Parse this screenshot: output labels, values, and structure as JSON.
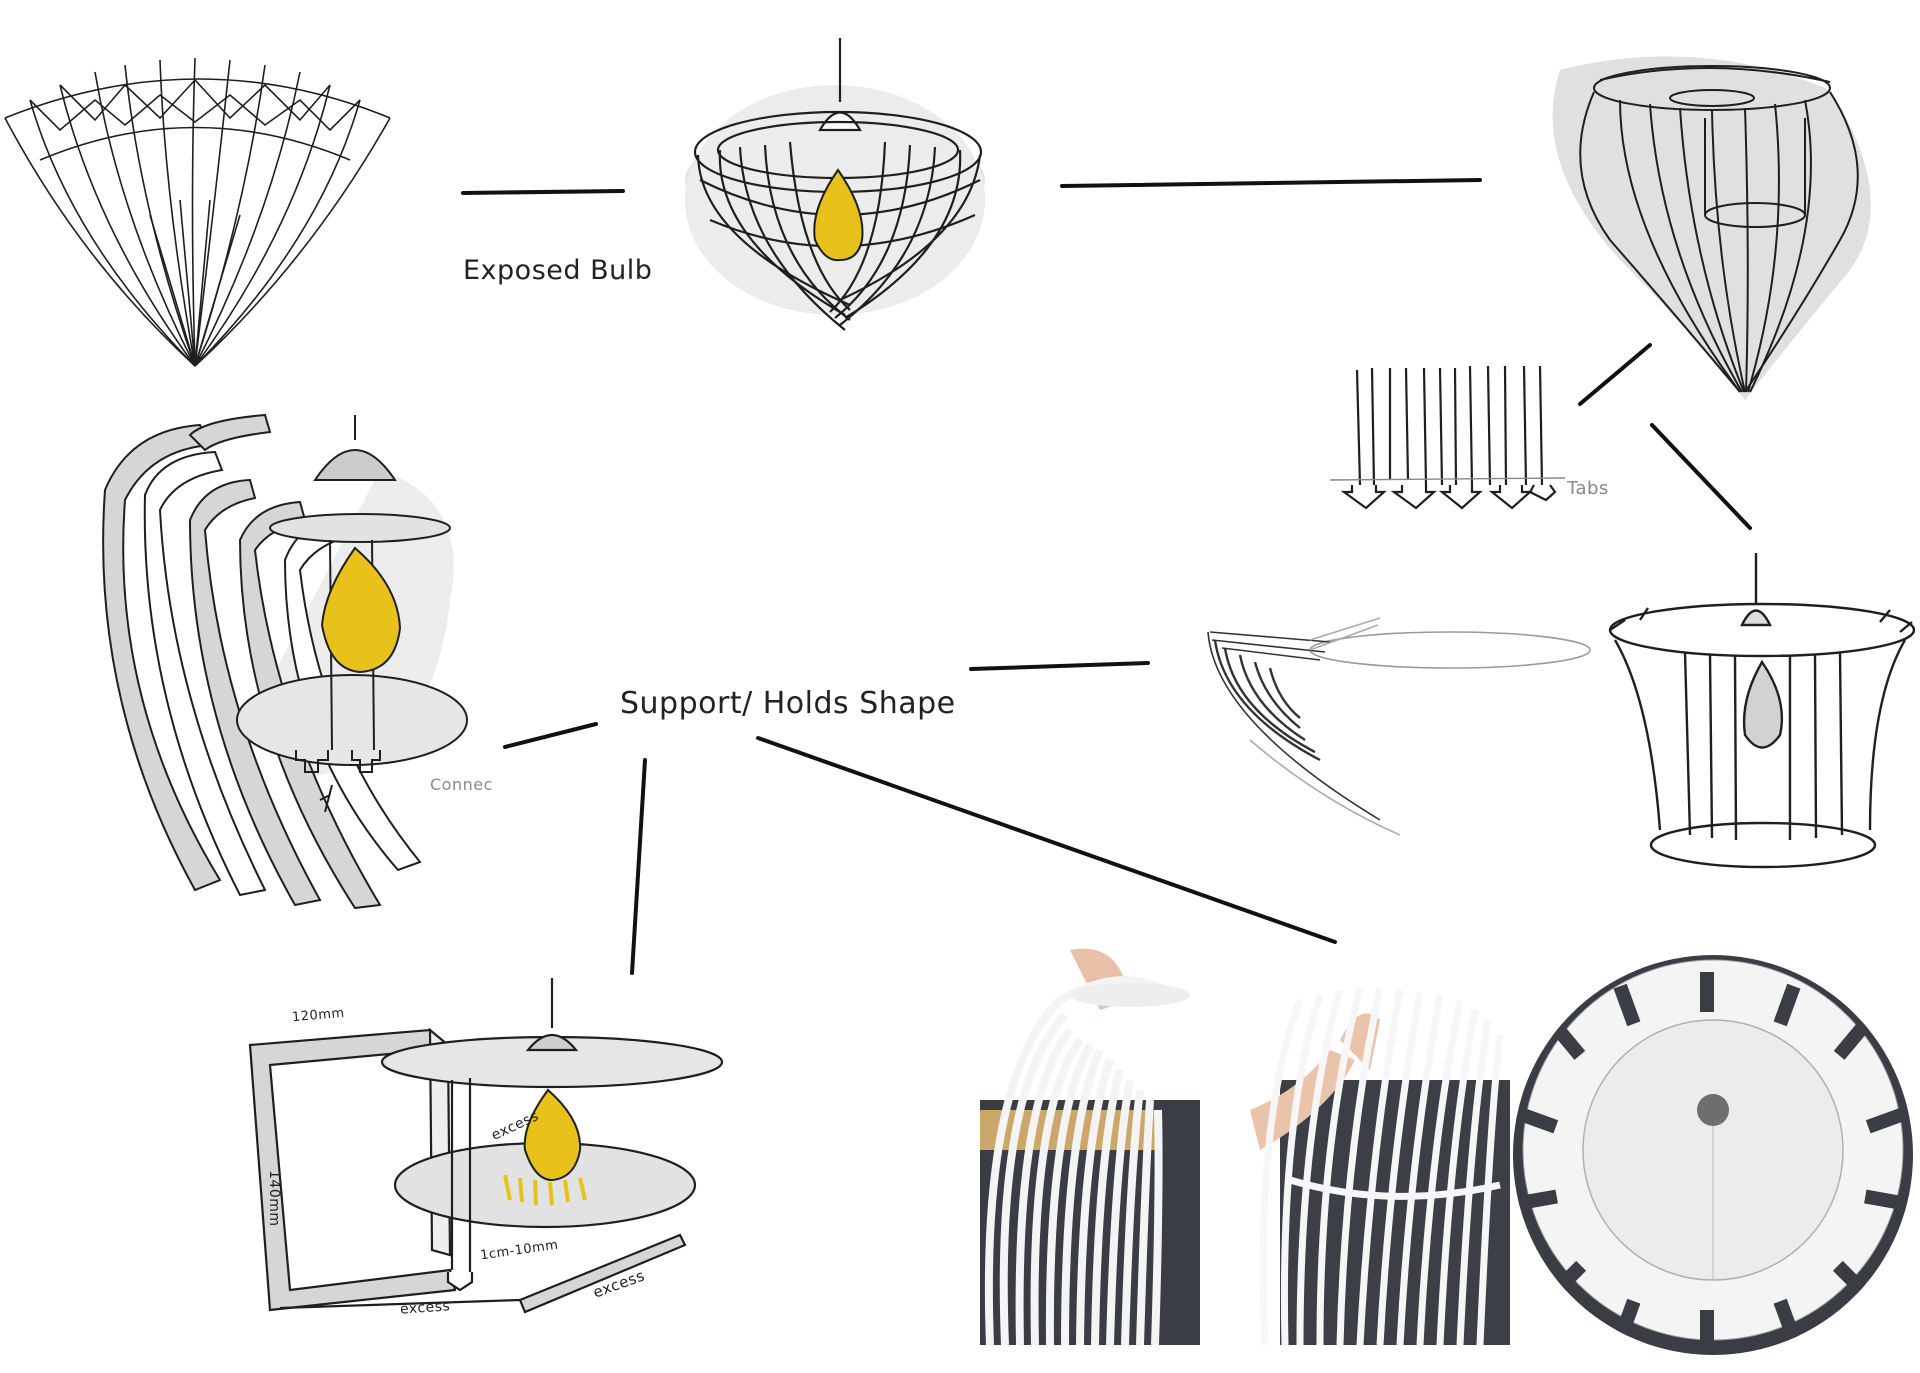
{
  "labels": {
    "exposed_bulb": "Exposed Bulb",
    "support": "Support/ Holds Shape",
    "tabs": "Tabs",
    "connec": "Connec"
  },
  "sketch_notes": {
    "dim_120": "120mm",
    "dim_140": "140mm",
    "excess_1": "excess",
    "range": "1cm-10mm",
    "excess_2": "excess",
    "excess_3": "excess"
  },
  "colors": {
    "ink": "#1f1f1f",
    "shade": "#d9d9d9",
    "bulb": "#e8c21a",
    "connector": "#111111"
  },
  "photos": [
    {
      "name": "photo-lamp-prototype-side"
    },
    {
      "name": "photo-lamp-prototype-hands"
    },
    {
      "name": "photo-lamp-prototype-top"
    }
  ]
}
